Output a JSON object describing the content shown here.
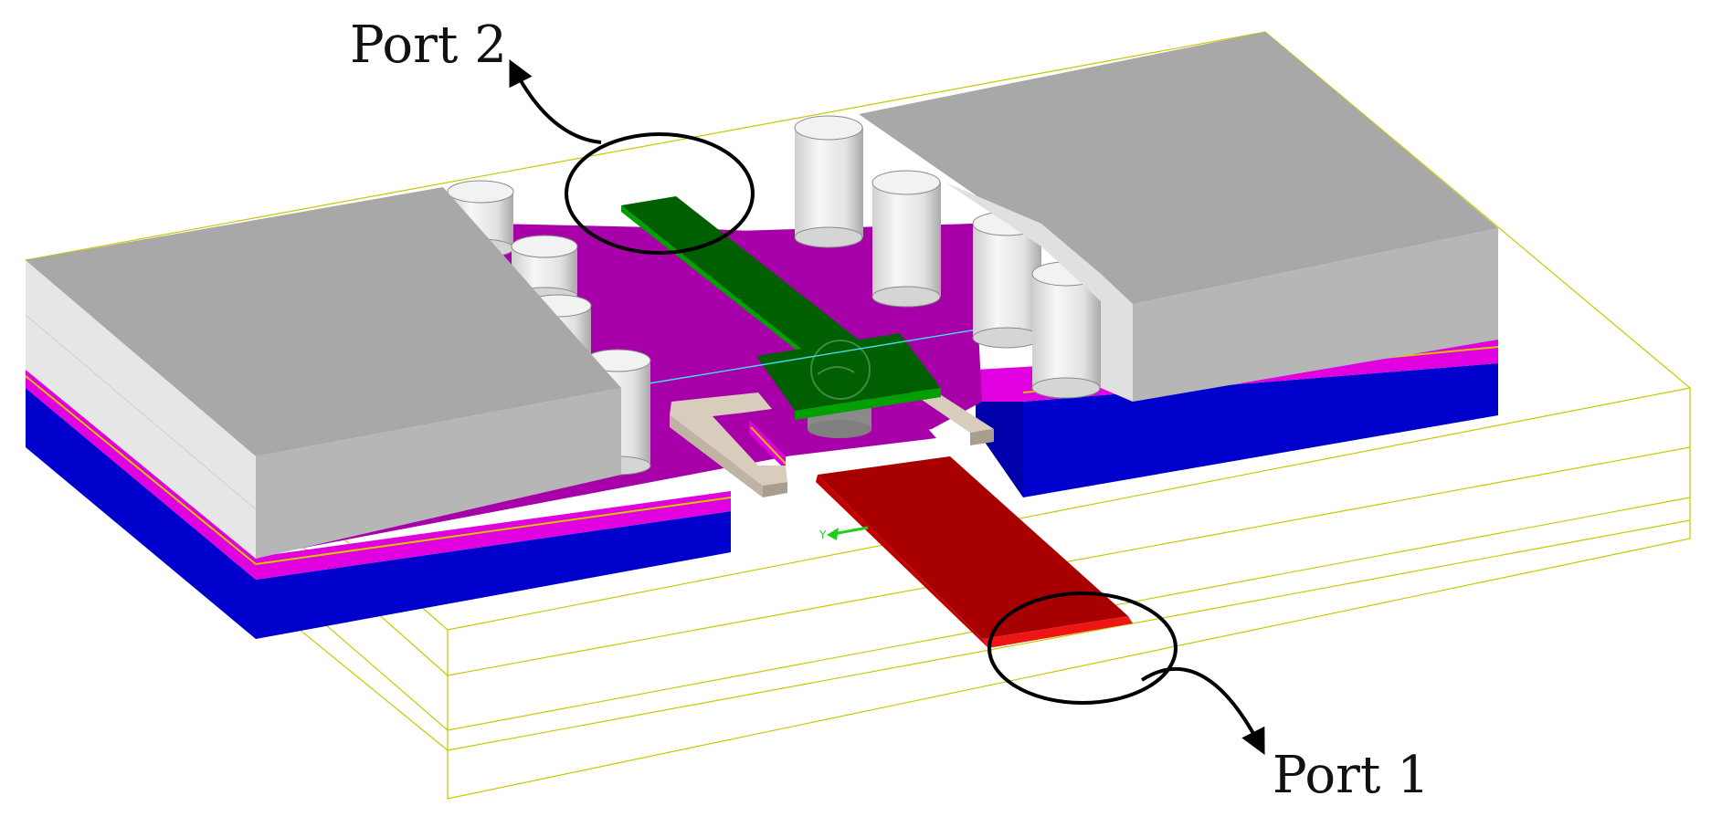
{
  "labels": {
    "port_top": "Port 2",
    "port_bottom": "Port 1",
    "axis": "Y"
  },
  "colors": {
    "background": "#ffffff",
    "block_top": "#a8a8a8",
    "block_front": "#e6e6e6",
    "block_side": "#b6b6b6",
    "substrate_purple": "#a800a8",
    "magenta_layer": "#e000e0",
    "blue_layer": "#0000cc",
    "gold_line": "#d8c400",
    "wireframe": "#c8c800",
    "green_line": "#005f00",
    "green_edge": "#00a000",
    "red_line": "#a80000",
    "red_edge": "#ee1515",
    "bracket": "#d8cdbd",
    "cylinder": "#e4e4e4",
    "annotation": "#000000",
    "axis_arrow": "#22cc22"
  }
}
